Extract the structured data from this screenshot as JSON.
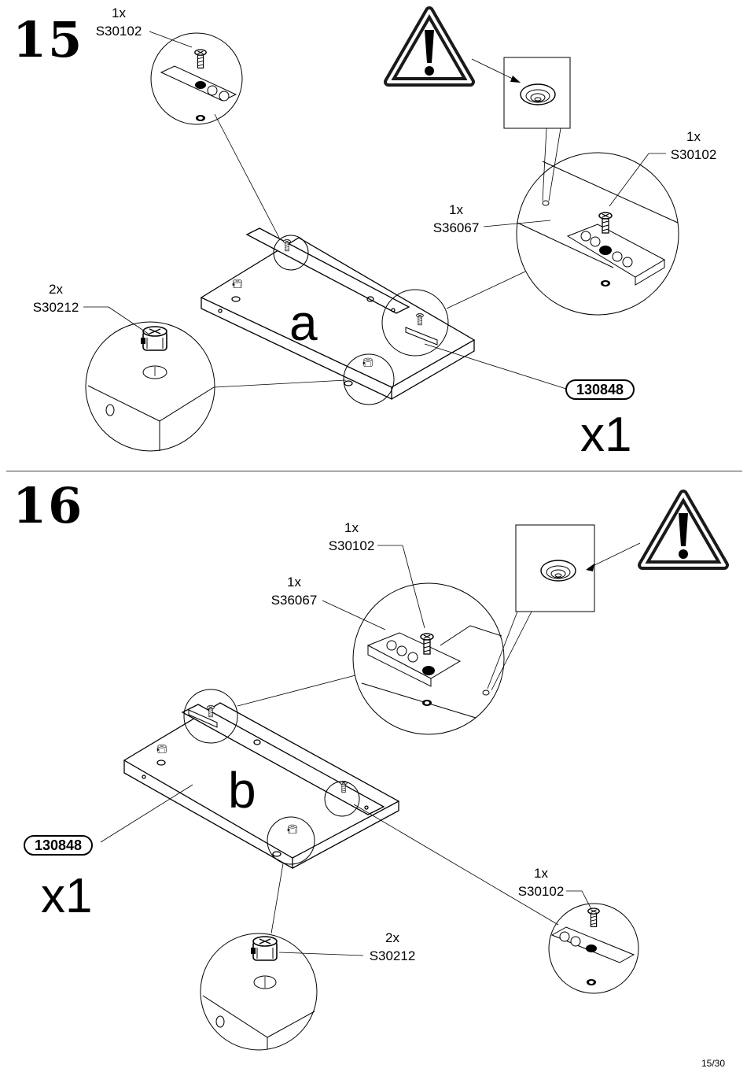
{
  "steps": [
    {
      "number": "15",
      "panel_letter": "a",
      "part_code": "130848",
      "panel_quantity": "x1",
      "callouts": [
        {
          "qty": "1x",
          "code": "S30102"
        },
        {
          "qty": "1x",
          "code": "S30102"
        },
        {
          "qty": "1x",
          "code": "S36067"
        },
        {
          "qty": "2x",
          "code": "S30212"
        }
      ]
    },
    {
      "number": "16",
      "panel_letter": "b",
      "part_code": "130848",
      "panel_quantity": "x1",
      "callouts": [
        {
          "qty": "1x",
          "code": "S30102"
        },
        {
          "qty": "1x",
          "code": "S36067"
        },
        {
          "qty": "1x",
          "code": "S30102"
        },
        {
          "qty": "2x",
          "code": "S30212"
        }
      ]
    }
  ],
  "page": "15/30",
  "icons": [
    "warning-icon",
    "cam-lock-fitting-icon",
    "screw-icon",
    "rail-icon"
  ]
}
